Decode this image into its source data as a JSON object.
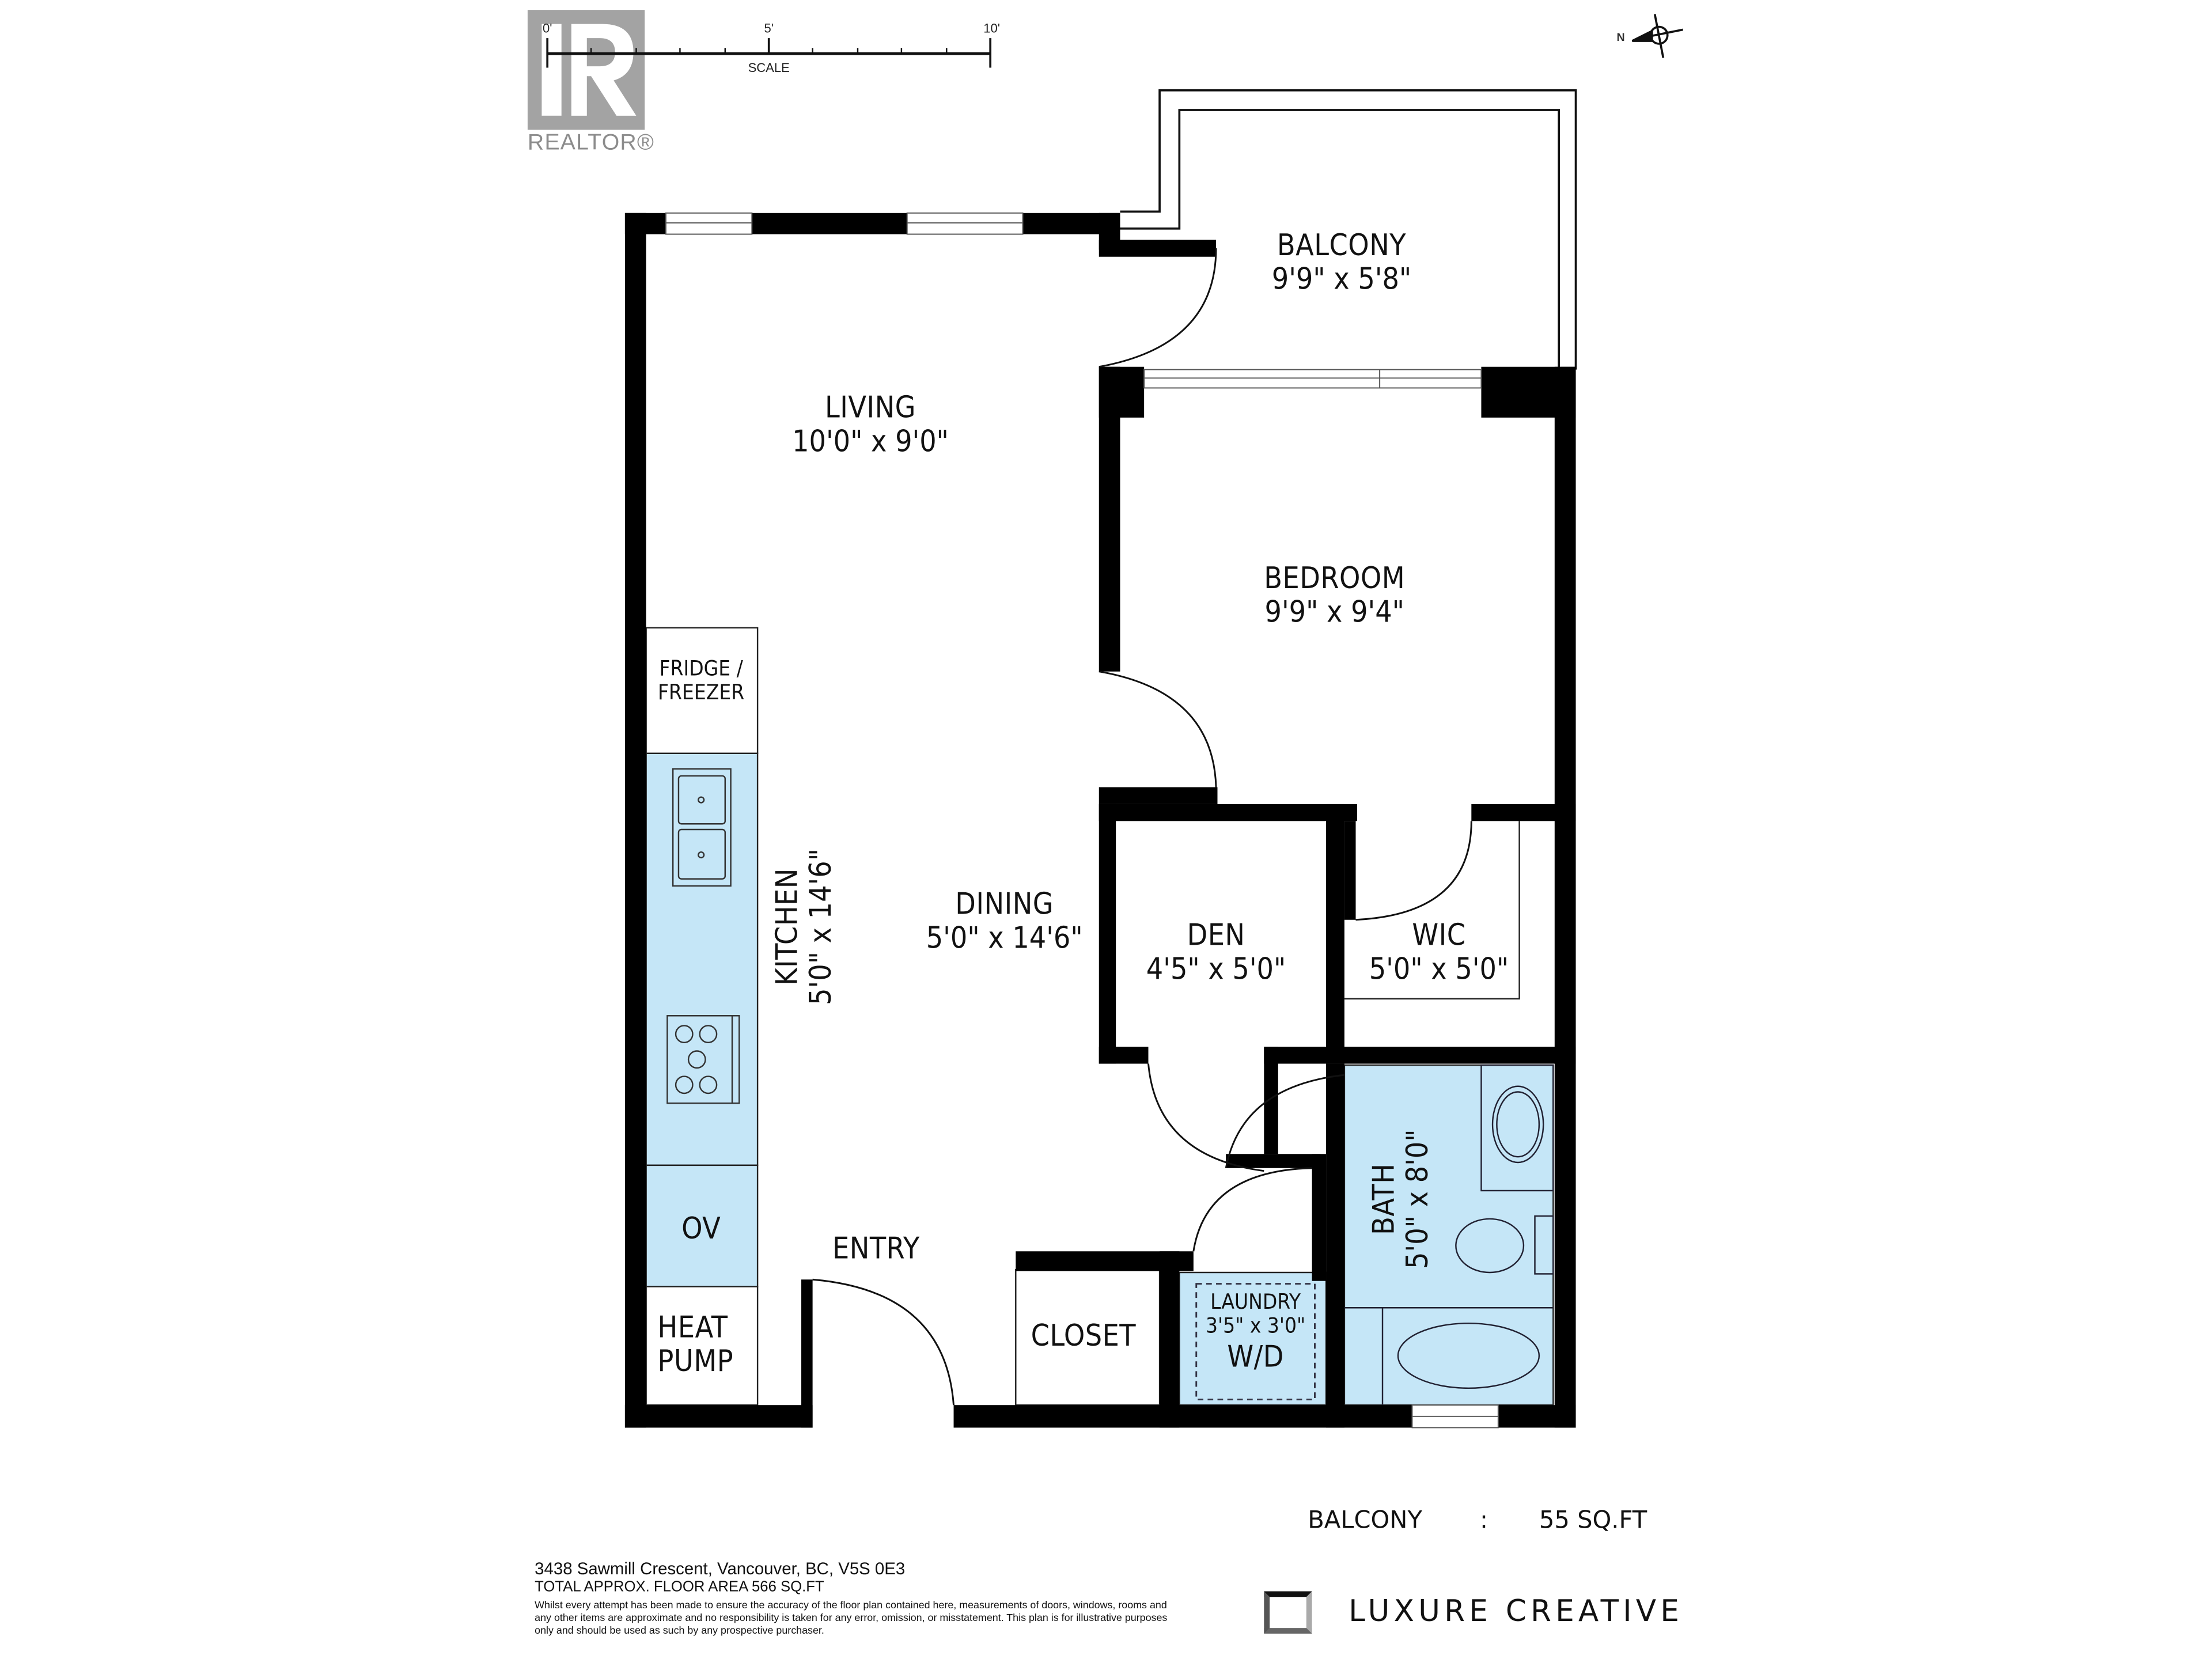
{
  "logo": {
    "realtor_text": "REALTOR®",
    "realtor_icon": "realtor-r-logo-icon",
    "color": "#8c8c8c"
  },
  "scale_bar": {
    "ticks": [
      "0'",
      "5'",
      "10'"
    ],
    "label": "SCALE"
  },
  "compass": {
    "label": "N",
    "icon": "north-compass-icon"
  },
  "colors": {
    "wall": "#000000",
    "wet_area": "#c5e6f7",
    "background": "#ffffff"
  },
  "rooms": {
    "balcony": {
      "name": "BALCONY",
      "dims": "9'9\" x 5'8\""
    },
    "living": {
      "name": "LIVING",
      "dims": "10'0\" x 9'0\""
    },
    "bedroom": {
      "name": "BEDROOM",
      "dims": "9'9\" x 9'4\""
    },
    "kitchen": {
      "name": "KITCHEN",
      "dims": "5'0\" x 14'6\""
    },
    "dining": {
      "name": "DINING",
      "dims": "5'0\" x 14'6\""
    },
    "den": {
      "name": "DEN",
      "dims": "4'5\" x 5'0\""
    },
    "wic": {
      "name": "WIC",
      "dims": "5'0\" x 5'0\""
    },
    "bath": {
      "name": "BATH",
      "dims": "5'0\" x 8'0\""
    },
    "laundry": {
      "name": "LAUNDRY",
      "dims": "3'5\" x 3'0\"",
      "appliance": "W/D"
    },
    "entry": {
      "name": "ENTRY"
    },
    "closet": {
      "name": "CLOSET"
    }
  },
  "fixtures": {
    "fridge": {
      "line1": "FRIDGE /",
      "line2": "FREEZER"
    },
    "oven": {
      "label": "OV"
    },
    "heat_pump": {
      "line1": "HEAT",
      "line2": "PUMP"
    }
  },
  "summary": {
    "balcony_label": "BALCONY",
    "separator": ":",
    "balcony_area": "55 SQ.FT"
  },
  "footer": {
    "address": "3438 Sawmill Crescent, Vancouver, BC, V5S 0E3",
    "total_area": "TOTAL APPROX. FLOOR AREA 566 SQ.FT",
    "disclaimer": "Whilst every attempt has been made to ensure the accuracy of the floor plan contained here, measurements of doors, windows, rooms and any other items are approximate and no responsibility is taken for any error, omission, or misstatement. This plan is for illustrative purposes only and should be used as such by any prospective purchaser."
  },
  "brand": {
    "name": "LUXURE CREATIVE",
    "icon": "luxure-square-logo-icon"
  }
}
